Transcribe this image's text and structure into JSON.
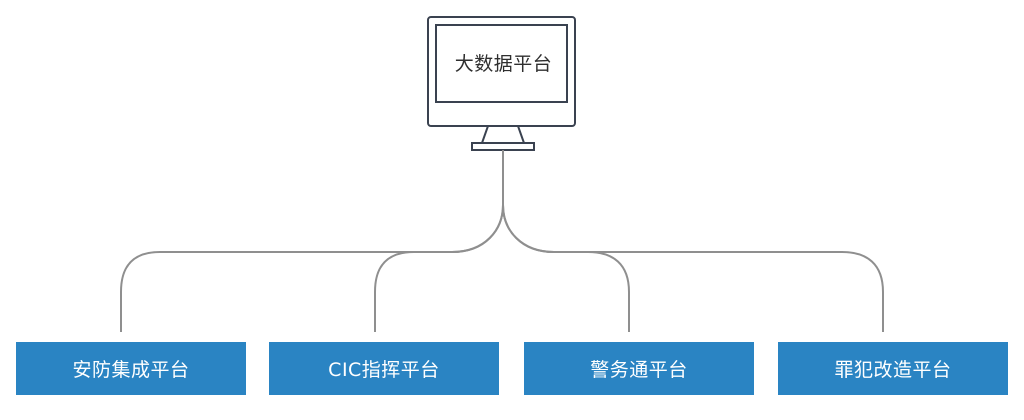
{
  "colors": {
    "monitor_stroke": "#3a4250",
    "connector_line": "#8f8f8f",
    "box_fill": "#2a84c3",
    "box_text": "#ffffff"
  },
  "central": {
    "icon": "monitor-icon",
    "label": "大数据平台"
  },
  "platforms": [
    {
      "label": "安防集成平台"
    },
    {
      "label": "CIC指挥平台"
    },
    {
      "label": "警务通平台"
    },
    {
      "label": "罪犯改造平台"
    }
  ]
}
